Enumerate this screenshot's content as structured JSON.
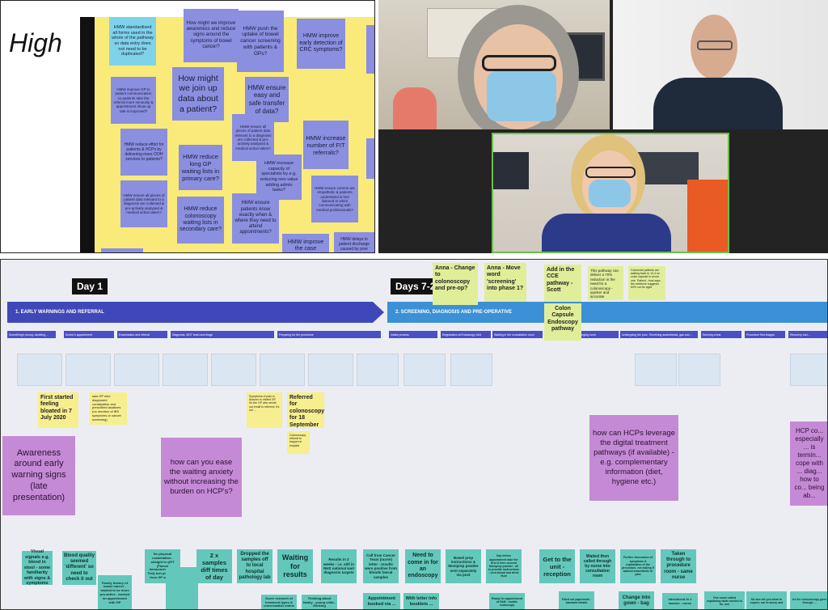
{
  "whiteboard": {
    "title": "High",
    "notes": [
      {
        "text": "HMW standardised all forms used in the whole of the pathway so data entry does not need to be duplicated?"
      },
      {
        "text": "How might we improve awareness and reduce signs around the symptoms of bowel cancer?"
      },
      {
        "text": "HMW push the uptake of bowel cancer screening with patients & GPs?"
      },
      {
        "text": "HMW improve early detection of CRC symptoms?"
      },
      {
        "text": "How might we join up data about a patient?"
      },
      {
        "text": "HMW ensure easy and safe transfer of data?"
      },
      {
        "text": "HMW improve GP to patient communication so patients take the referral more seriously & appointment show up rate is improved?"
      },
      {
        "text": "HMW reduce effort for patients & HCPs by delivering more OOH services to patients?"
      },
      {
        "text": "HMW increase number of FIT referrals?"
      },
      {
        "text": "HMW reduce long GP waiting lists in primary care?"
      },
      {
        "text": "HMW increase capacity of specialists by e.g. reducing non-value adding admin tasks?"
      },
      {
        "text": "HMW ensure all pieces of patient data relevant to a diagnosis are collected & pro-actively analysed & medical action taken?"
      },
      {
        "text": "HMW reduce colonoscopy waiting lists in secondary care?"
      },
      {
        "text": "HMW ensure patients know exactly when & where they need to attend appointments?"
      },
      {
        "text": "HMW ensure comms are empathetic & patients understand & feel listened to when communicating with medical professionals?"
      },
      {
        "text": "HMW improve the case"
      },
      {
        "text": "HMW delays in patient discharge caused by poor"
      }
    ]
  },
  "journey": {
    "day1_label": "Day 1",
    "days_label": "Days 7-2",
    "phase1_label": "1. EARLY WARNINGS AND REFERRAL",
    "phase2_label": "2. SCREENING, DIAGNOSIS AND PRE-OPERATIVE",
    "stages_phase1": [
      "Something's wrong: doubting ...",
      "Doctor's appointment",
      "Examination and referral",
      "Diagnosis, MDT team and triage",
      "Preparing for the procedure"
    ],
    "stages_phase2": [
      "Intake process",
      "Registration at Endoscopy Unit",
      "Waiting in the consultation room",
      "Changing room",
      "Undergoing the procedure",
      "Receiving anaesthesia, gas and ...",
      "Sensing a tear",
      "Procedure first images",
      "Recovery and ..."
    ],
    "yellow_notes": [
      "First started feeling bloated in 7 July 2020",
      "saw GP who diagnosed constipation and prescribed laxatives (no mention of IBS symptoms or cancer screening)",
      "Symptoms of pain in Autumn to visited GP, it's the GP who sends out email to referred; it's not ... ",
      "Referred for colonoscopy for 18 September",
      "Colonoscopy referral to happen in hospital"
    ],
    "green_notes": [
      "Anna - Change to colonoscopy and pre-op?",
      "Anna - Move word 'screening' into phase 1?",
      "Add in the CCE pathway - Scott",
      "Colon Capsule Endoscopy pathway",
      "This pathway can deliver a 70% reduction in the need for a colonoscopy - quicker and accurate",
      "Colorectal patients are waiting back to 12-4 on colon capsule to avoid one. Patient - trust says the evidence suggests 60% cut for ages"
    ],
    "pain_points": [
      "Awareness around early warning signs (late presentation)",
      "how can you ease the waiting anxiety without increasing the burden on HCP's?",
      "how can HCPs leverage the digital treatment pathways (if available) - e.g. complementary information (diet, hygiene etc.)",
      "HCP co... especially ... is termin... cope with ... diag... how to co... being ab..."
    ],
    "actions": [
      "Visual signals e.g. blood in stool - some familiarity with signs & symptoms",
      "Blood quality seemed 'different' so need to check it out",
      "Family history of bowel cancer - wanted to be more pro-active - booked an appointment with GP",
      "No physical examination - straight to qFIT (Faecal Immunochemical Test) test picked up from GP surgery",
      "2 x samples diff times of day",
      "Dropped the samples off to local hospital pathology lab",
      "Waiting for results",
      "Results in 2 weeks - i.e. still in NHS national wait diagnosis targets",
      "Call from Cancer Team (nurse) letter - results were positive from bloods faecal samples",
      "Need to come in for an endoscopy",
      "Bowel prep instructions & Moviprep powder sent separately via post",
      "Day before appointment take the first & then second Moviprep powder - all to provide instructions - sent ahead and drink fluid",
      "Get to the unit - reception",
      "Waited then called through by nurse into consultation room",
      "Further discussion of symptoms & explanation of the procedure, not asking if wanted anaesthetic or pain",
      "Taken through to procedure room - same nurse",
      "Score research of treatment types & conversation online",
      "Thinking about family - young child - thinking",
      "Appointment booked via ...",
      "With letter info booklets ...",
      "Ready for appointment at 9AM - mobile endoscopy",
      "Filled out paperwork - standard details",
      "Change into gown - bag",
      "Introduced to 2 women - nurse",
      "One nurse called explaining what needed to do, one",
      "No two tell you what to expect, nor to worry and",
      "As the colonoscopy goes through ..."
    ]
  },
  "colors": {
    "whiteboard_yellow": "#f9ea7a",
    "sticky_blue": "#8a8fe0",
    "sticky_cyan": "#7fd3e9",
    "phase1_banner": "#3f48b8",
    "phase2_banner": "#3b90d6",
    "pain_purple": "#c58ad6",
    "action_teal": "#63c8bb",
    "insight_yellow": "#f7ee8f",
    "comment_green": "#e0ee9a"
  }
}
